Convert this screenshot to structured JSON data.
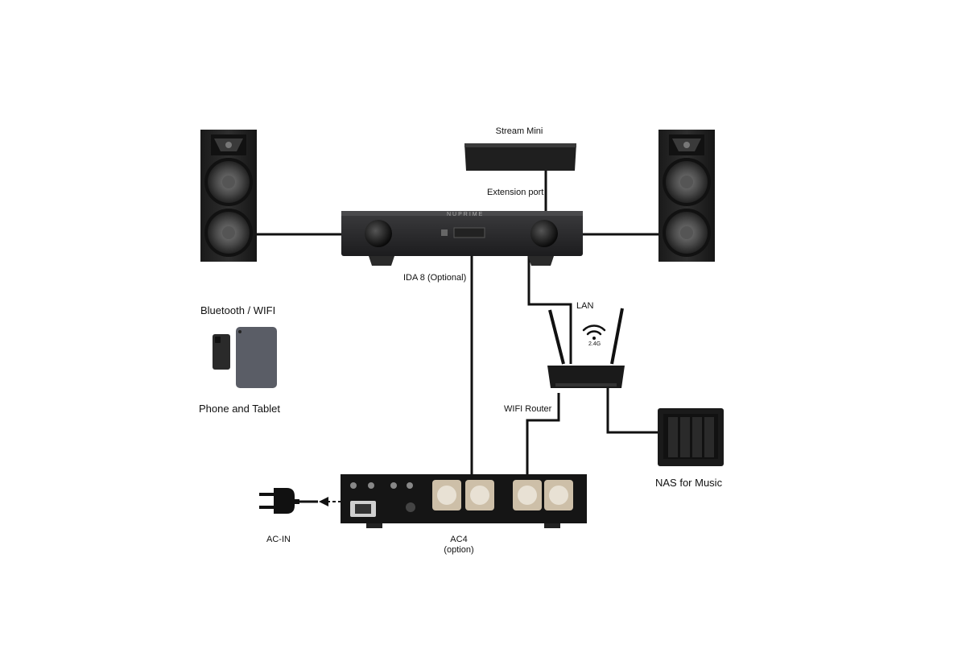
{
  "labels": {
    "stream_mini": "Stream Mini",
    "extension_port": "Extension port",
    "ida8": "IDA 8 (Optional)",
    "lan": "LAN",
    "wifi_band": "2.4G",
    "bluetooth_wifi": "Bluetooth / WIFI",
    "phone_tablet": "Phone and Tablet",
    "wifi_router": "WIFI Router",
    "nas": "NAS for Music",
    "ac_in": "AC-IN",
    "ac4": "AC4",
    "ac4_option": "(option)",
    "amp_brand": "NUPRIME"
  }
}
